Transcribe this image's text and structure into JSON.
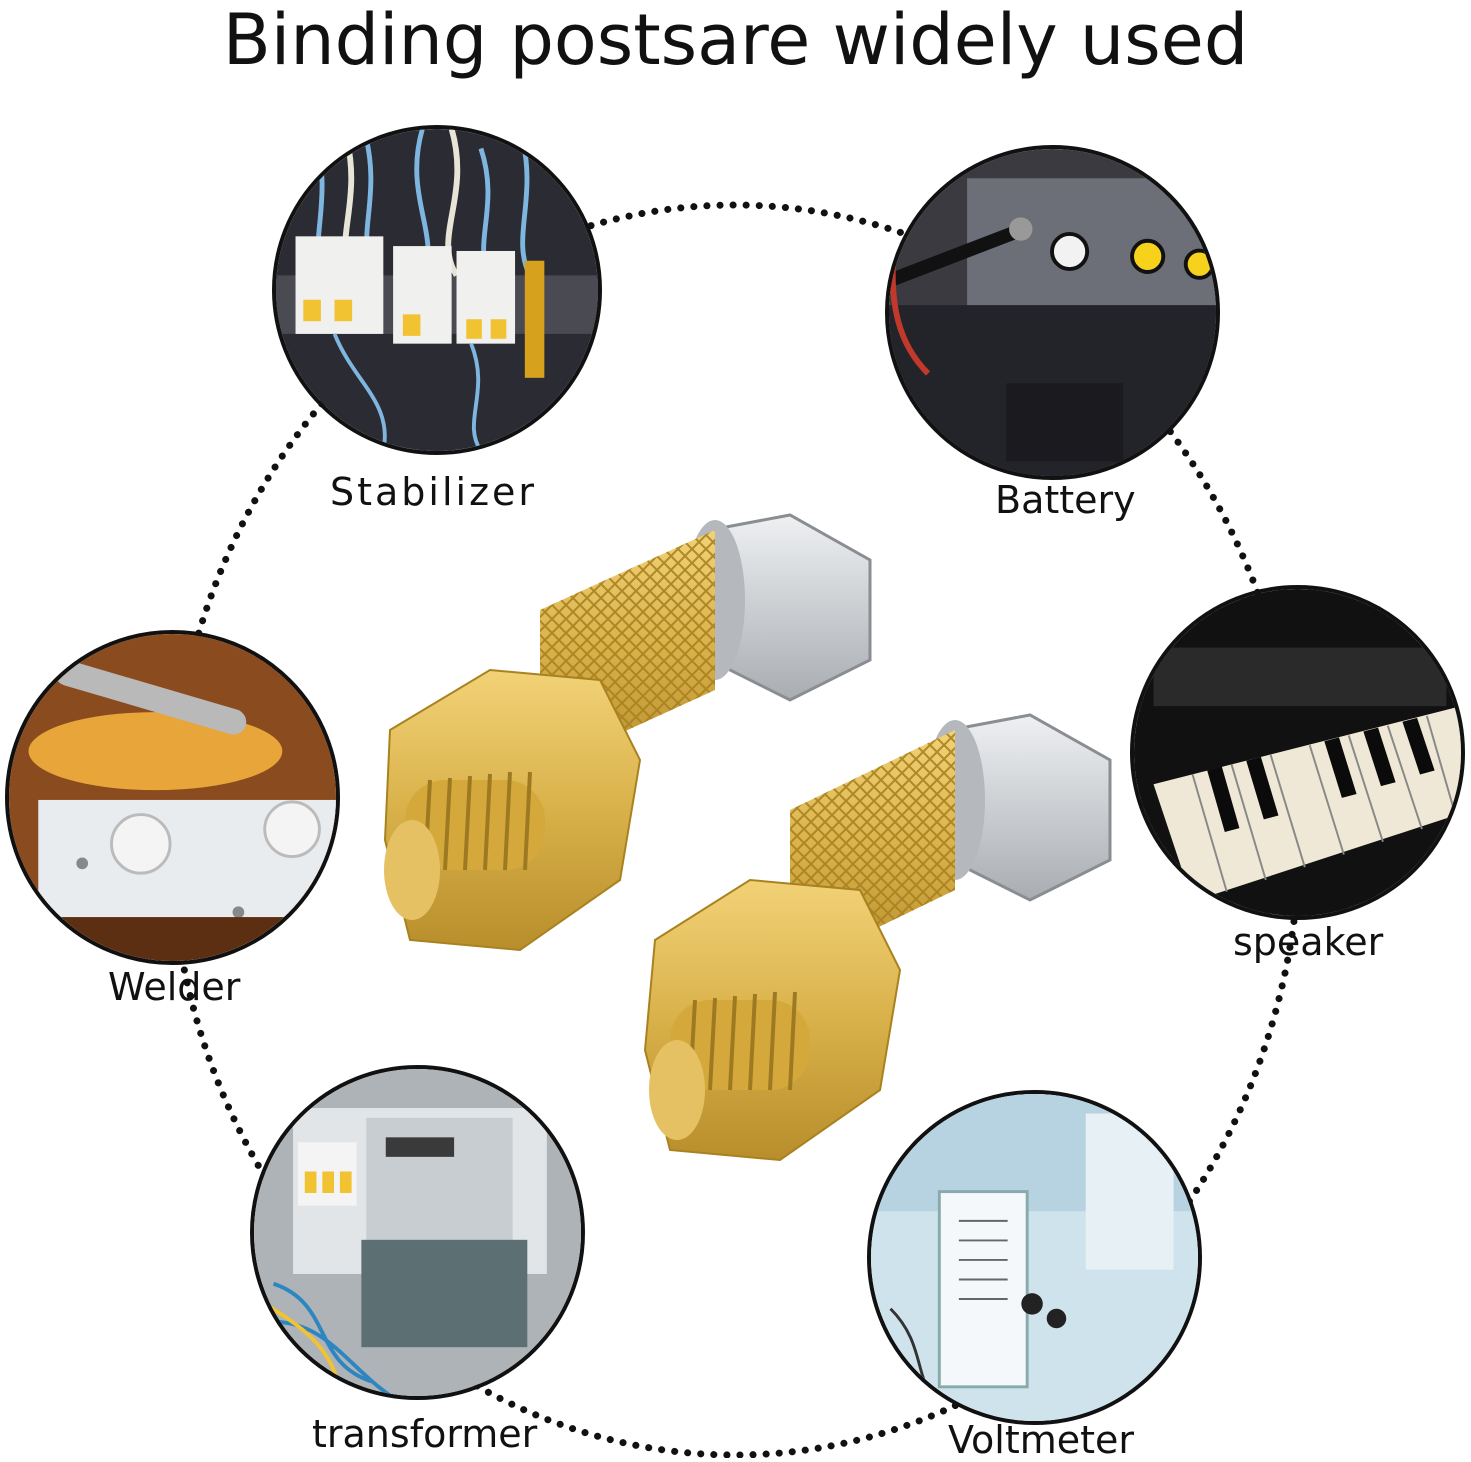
{
  "title": "Binding postsare widely used",
  "applications": [
    {
      "id": "stabilizer",
      "label": "Stabilizer",
      "scene": "breaker-panel"
    },
    {
      "id": "battery",
      "label": "Battery",
      "scene": "guitar-amp"
    },
    {
      "id": "welder",
      "label": "Welder",
      "scene": "guitar-knobs"
    },
    {
      "id": "speaker",
      "label": "speaker",
      "scene": "piano-keys"
    },
    {
      "id": "transformer",
      "label": "transformer",
      "scene": "meter-cabinet"
    },
    {
      "id": "voltmeter",
      "label": "Voltmeter",
      "scene": "medical-device"
    }
  ],
  "colors": {
    "brass": "#d9b14a",
    "brass_dark": "#a98220",
    "steel": "#c9ccd0",
    "ring_dots": "#111111"
  }
}
